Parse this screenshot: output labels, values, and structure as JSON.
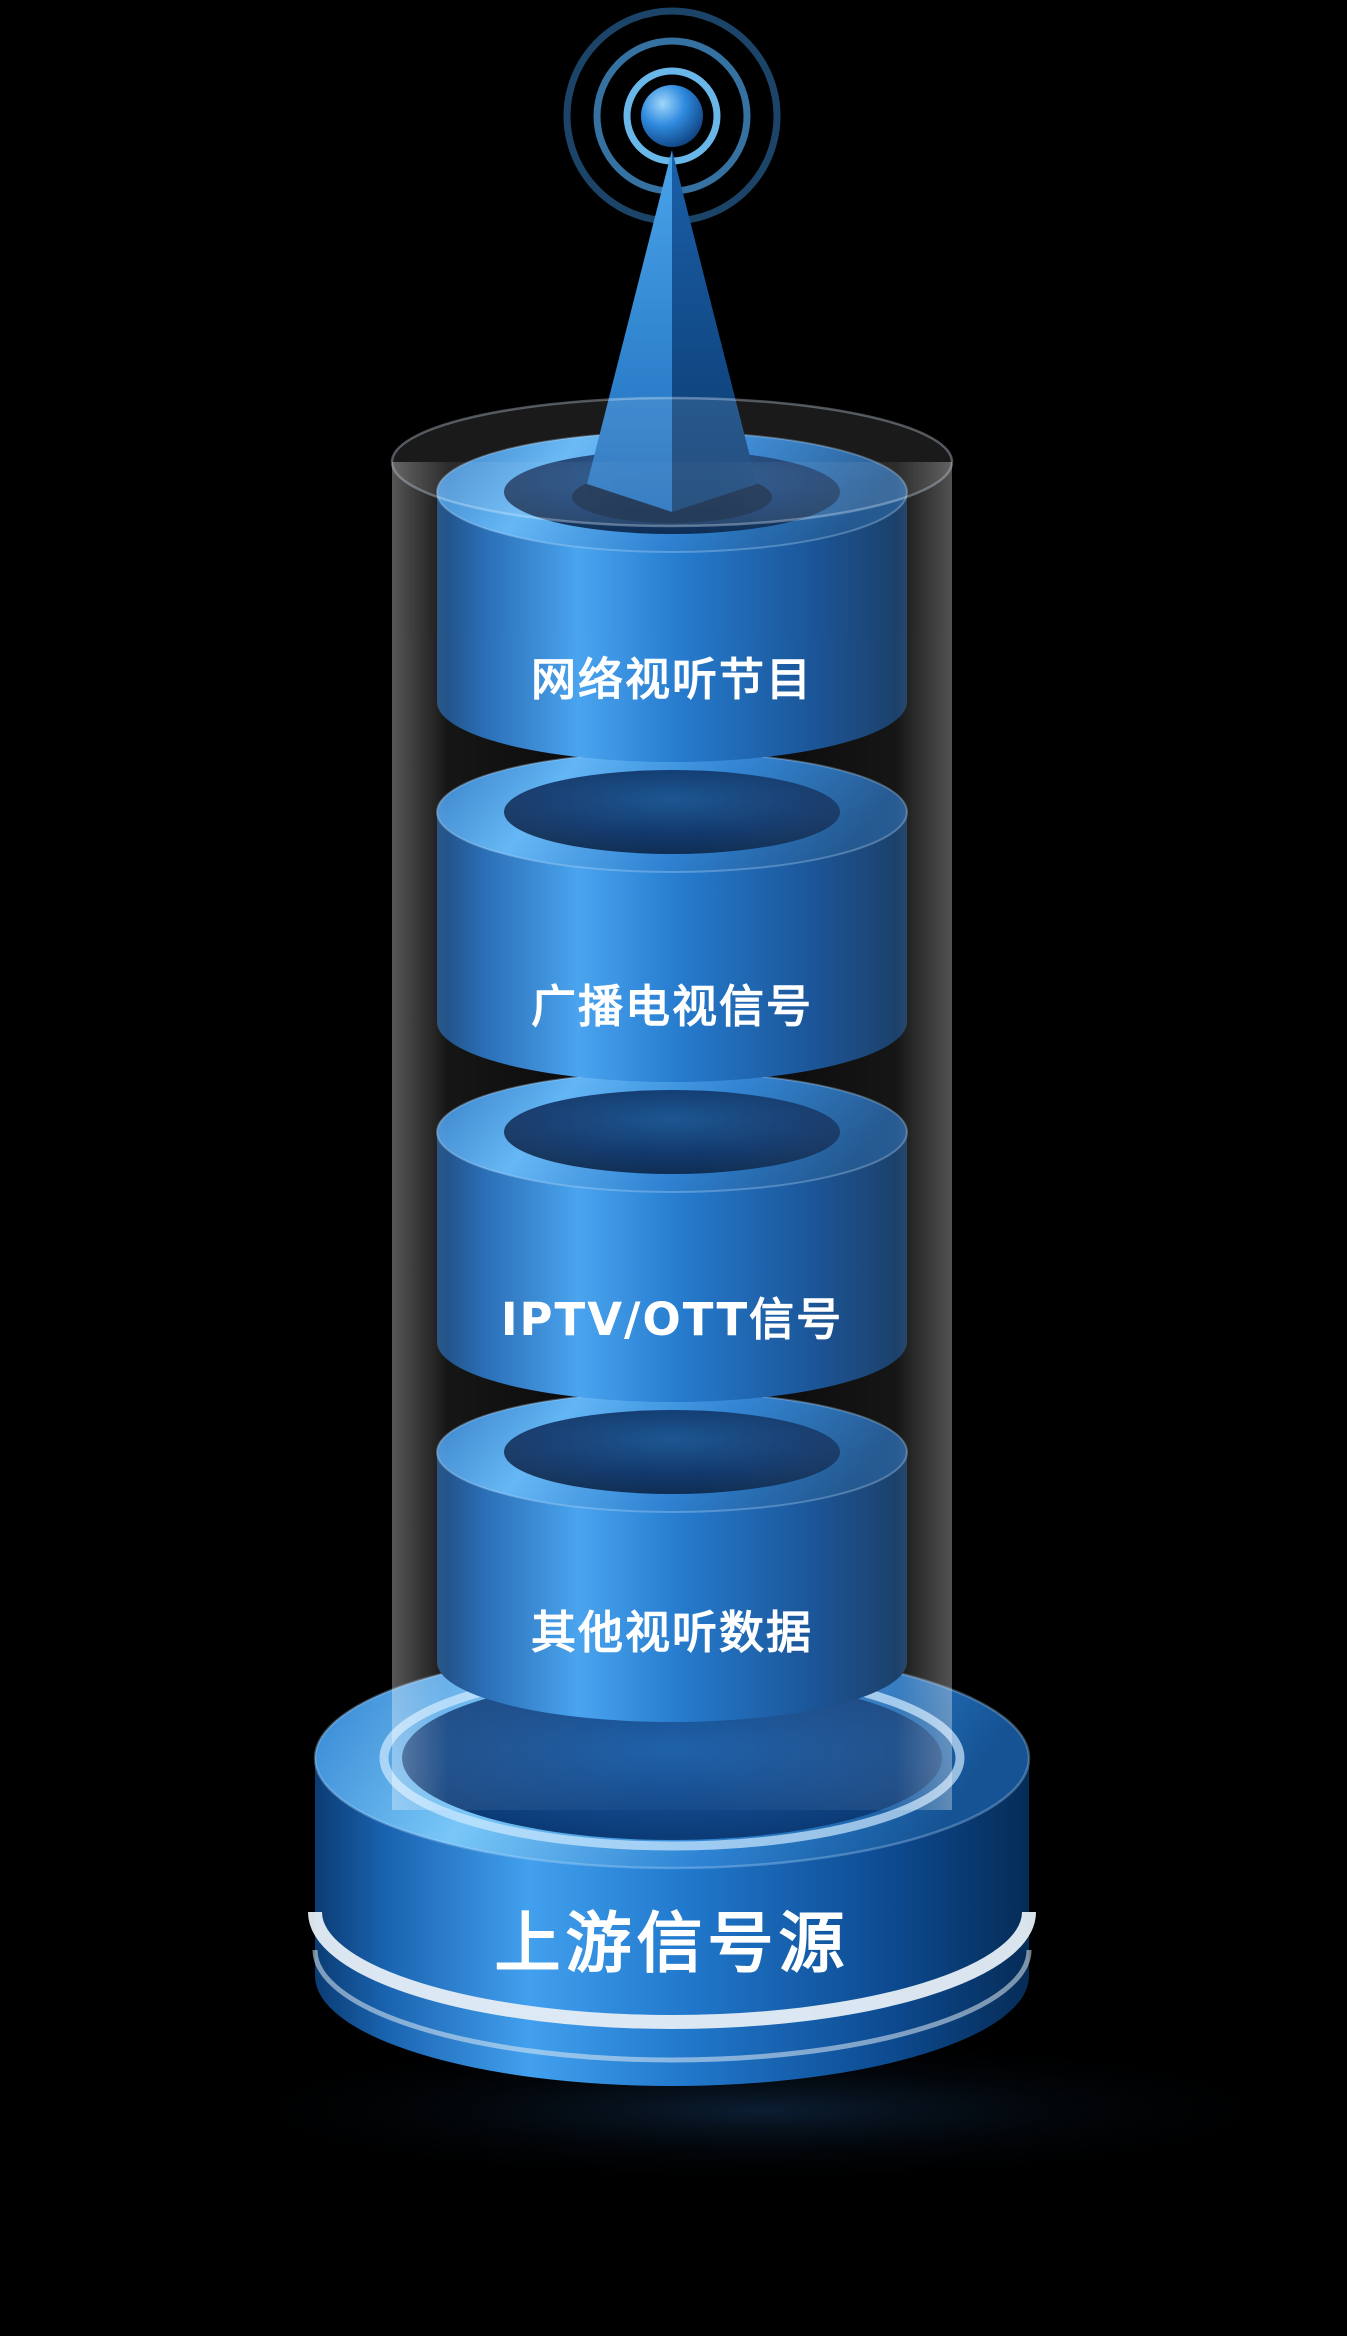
{
  "illustration": {
    "type": "stacked-cylinder-tower",
    "antenna": {
      "name": "broadcast-antenna"
    },
    "segments": [
      {
        "label": "网络视听节目"
      },
      {
        "label": "广播电视信号"
      },
      {
        "label": "IPTV/OTT信号"
      },
      {
        "label": "其他视听数据"
      }
    ],
    "base": {
      "label": "上游信号源"
    },
    "colors": {
      "background": "#000000",
      "cylinder_bright": "#42a0ee",
      "cylinder_mid": "#2178cc",
      "cylinder_dark": "#0b3c74",
      "hole_dark": "#0a2c5a",
      "rim_highlight": "#79c7f8",
      "base_stripe": "#e6eef6",
      "signal_ring": "#6fc0f6",
      "text": "#ffffff"
    }
  }
}
